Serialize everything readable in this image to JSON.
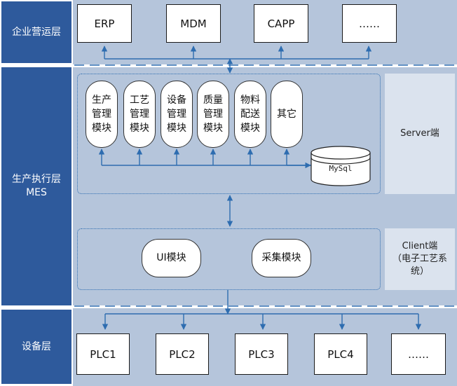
{
  "layers": {
    "enterprise": "企业营运层",
    "mes": "生产执行层\nMES",
    "device": "设备层"
  },
  "enterprise_systems": [
    "ERP",
    "MDM",
    "CAPP",
    "……"
  ],
  "server_modules": [
    "生产\n管理\n模块",
    "工艺\n管理\n模块",
    "设备\n管理\n模块",
    "质量\n管理\n模块",
    "物料\n配送\n模块",
    "其它"
  ],
  "database": "MySql",
  "server_label": "Server端",
  "client_modules": [
    "UI模块",
    "采集模块"
  ],
  "client_label": "Client端\n（电子工艺系\n统）",
  "devices": [
    "PLC1",
    "PLC2",
    "PLC3",
    "PLC4",
    "……"
  ],
  "colors": {
    "layer_bg": "#2e5a9c",
    "band_bg": "#b5c5db",
    "connector": "#2e6db0"
  }
}
